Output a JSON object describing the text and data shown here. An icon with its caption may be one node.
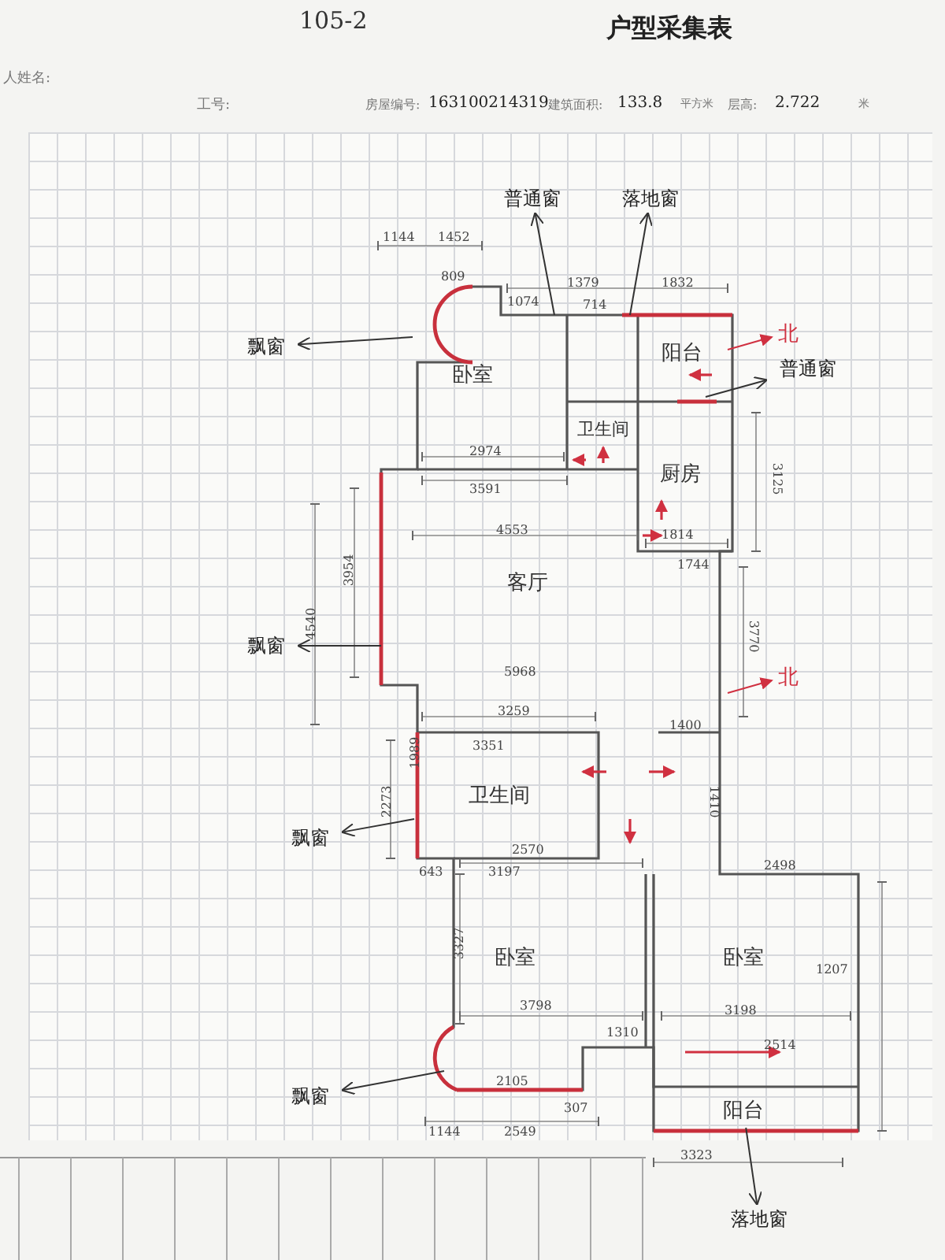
{
  "diagram": {
    "title": "户型采集表",
    "nodes": [
      {
        "text": [
          "卧室"
        ]
      },
      {
        "text": [
          "卫生间"
        ]
      },
      {
        "text": [
          "阳台"
        ]
      },
      {
        "text": [
          "厨房"
        ]
      },
      {
        "text": [
          "客厅"
        ]
      },
      {
        "text": [
          "卫生间"
        ]
      },
      {
        "text": [
          "卧室"
        ]
      },
      {
        "text": [
          "卧室"
        ]
      },
      {
        "text": [
          "阳台"
        ]
      },
      {
        "text": [
          "飘窗"
        ]
      },
      {
        "text": [
          "普通窗"
        ]
      },
      {
        "text": [
          "落地窗"
        ]
      },
      {
        "text": [
          "普通窗"
        ]
      },
      {
        "text": [
          "飘窗"
        ]
      },
      {
        "text": [
          "飘窗"
        ]
      },
      {
        "text": [
          "飘窗"
        ]
      },
      {
        "text": [
          "落地窗"
        ]
      }
    ],
    "edges": [
      {
        "from": null,
        "to": 9,
        "arrow": "to"
      },
      {
        "from": null,
        "to": 10,
        "arrow": "to"
      },
      {
        "from": null,
        "to": 11,
        "arrow": "to"
      },
      {
        "from": null,
        "to": 12,
        "arrow": "to"
      },
      {
        "from": null,
        "to": 13,
        "arrow": "to"
      },
      {
        "from": null,
        "to": 14,
        "arrow": "to"
      },
      {
        "from": null,
        "to": 15,
        "arrow": "to"
      },
      {
        "from": 8,
        "to": 16,
        "arrow": "to"
      }
    ],
    "labels": [
      "105-2",
      "人姓名:",
      "工号:",
      "房屋编号:",
      "163100214319",
      "建筑面积:",
      "133.8",
      "平方米",
      "层高:",
      "2.722",
      "米",
      "北",
      "北",
      "1144",
      "1452",
      "809",
      "1074",
      "1379",
      "714",
      "1832",
      "2974",
      "3591",
      "1814",
      "4553",
      "3125",
      "1744",
      "5968",
      "3954",
      "4540",
      "3770",
      "3259",
      "3351",
      "1400",
      "1989",
      "2273",
      "2570",
      "643",
      "1410",
      "2498",
      "3197",
      "3327",
      "3798",
      "1310",
      "3198",
      "2514",
      "1207",
      "2105",
      "1144",
      "2549",
      "307",
      "3323"
    ]
  }
}
